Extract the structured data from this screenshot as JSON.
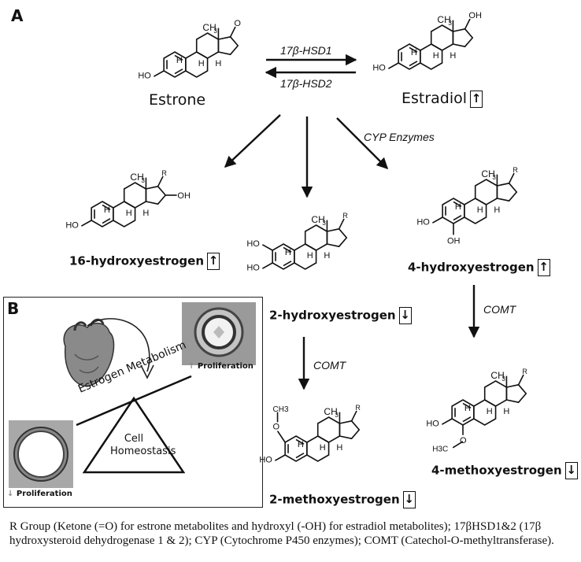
{
  "panel_a_label": "A",
  "panel_b_label": "B",
  "compounds": {
    "estrone": "Estrone",
    "estradiol": "Estradiol",
    "hydroxy16": "16-hydroxyestrogen",
    "hydroxy2": "2-hydroxyestrogen",
    "hydroxy4": "4-hydroxyestrogen",
    "methoxy2": "2-methoxyestrogen",
    "methoxy4": "4-methoxyestrogen"
  },
  "enzymes": {
    "hsd1": "17β-HSD1",
    "hsd2": "17β-HSD2",
    "cyp": "CYP Enzymes",
    "comt1": "COMT",
    "comt2": "COMT"
  },
  "trend_arrows": {
    "up": "↑",
    "down": "↓"
  },
  "structure_labels": {
    "o": "O",
    "oh": "OH",
    "ho": "HO",
    "h": "H",
    "ch3": "CH3",
    "r": "R",
    "h3c": "H3C"
  },
  "panel_b": {
    "metabolism": "Estrogen Metabolism",
    "homeostasis": "Cell Homeostasis",
    "proliferation_up": "Proliferation",
    "proliferation_down": "Proliferation"
  },
  "footnote": "R Group (Ketone (=O) for estrone metabolites and hydroxyl (-OH) for estradiol metabolites); 17βHSD1&2 (17β hydroxysteroid dehydrogenase 1 & 2); CYP (Cytochrome P450 enzymes); COMT (Catechol-O-methyltransferase)."
}
